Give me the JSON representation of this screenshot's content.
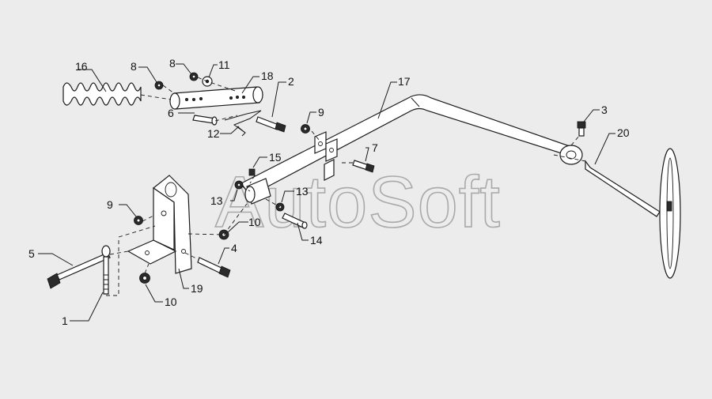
{
  "watermark": "AutoSoft",
  "callouts": {
    "c1": "1",
    "c2": "2",
    "c3": "3",
    "c4": "4",
    "c5": "5",
    "c6": "6",
    "c7": "7",
    "c8a": "8",
    "c8b": "8",
    "c9a": "9",
    "c9b": "9",
    "c10a": "10",
    "c10b": "10",
    "c11": "11",
    "c12": "12",
    "c13a": "13",
    "c13b": "13",
    "c14": "14",
    "c15": "15",
    "c16": "16",
    "c17": "17",
    "c18": "18",
    "c19": "19",
    "c20": "20"
  }
}
